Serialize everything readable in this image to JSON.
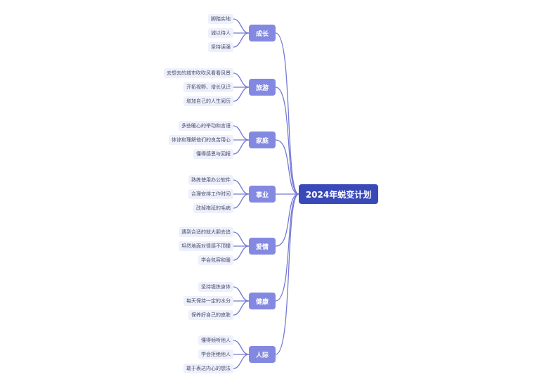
{
  "root": {
    "label": "2024年蜕变计划"
  },
  "branches": [
    {
      "key": "growth",
      "label": "成长",
      "items": [
        "脚踏实地",
        "诚以待人",
        "坚持读强"
      ]
    },
    {
      "key": "travel",
      "label": "旅游",
      "items": [
        "去想去的城市吹吹风看看风景",
        "开拓视野、增长见识",
        "增加自己的人生阅历"
      ]
    },
    {
      "key": "family",
      "label": "家庭",
      "items": [
        "多些暖心的举动和言语",
        "体谅和理解他们的良苦用心",
        "懂得感恩与回报"
      ]
    },
    {
      "key": "career",
      "label": "事业",
      "items": [
        "熟练使用办公软件",
        "合理安排工作时间",
        "改掉拖延的毛病"
      ]
    },
    {
      "key": "love",
      "label": "爱情",
      "items": [
        "遇到合适的就大胆去追",
        "坦然地面对情感不顶撞",
        "学会包容和暖"
      ]
    },
    {
      "key": "health",
      "label": "健康",
      "items": [
        "坚持锻炼身体",
        "每天保持一定的水分",
        "保养好自己的皮肤"
      ]
    },
    {
      "key": "social",
      "label": "人际",
      "items": [
        "懂得倾听他人",
        "学会拒绝他人",
        "敢于表达内心的想法"
      ]
    }
  ]
}
